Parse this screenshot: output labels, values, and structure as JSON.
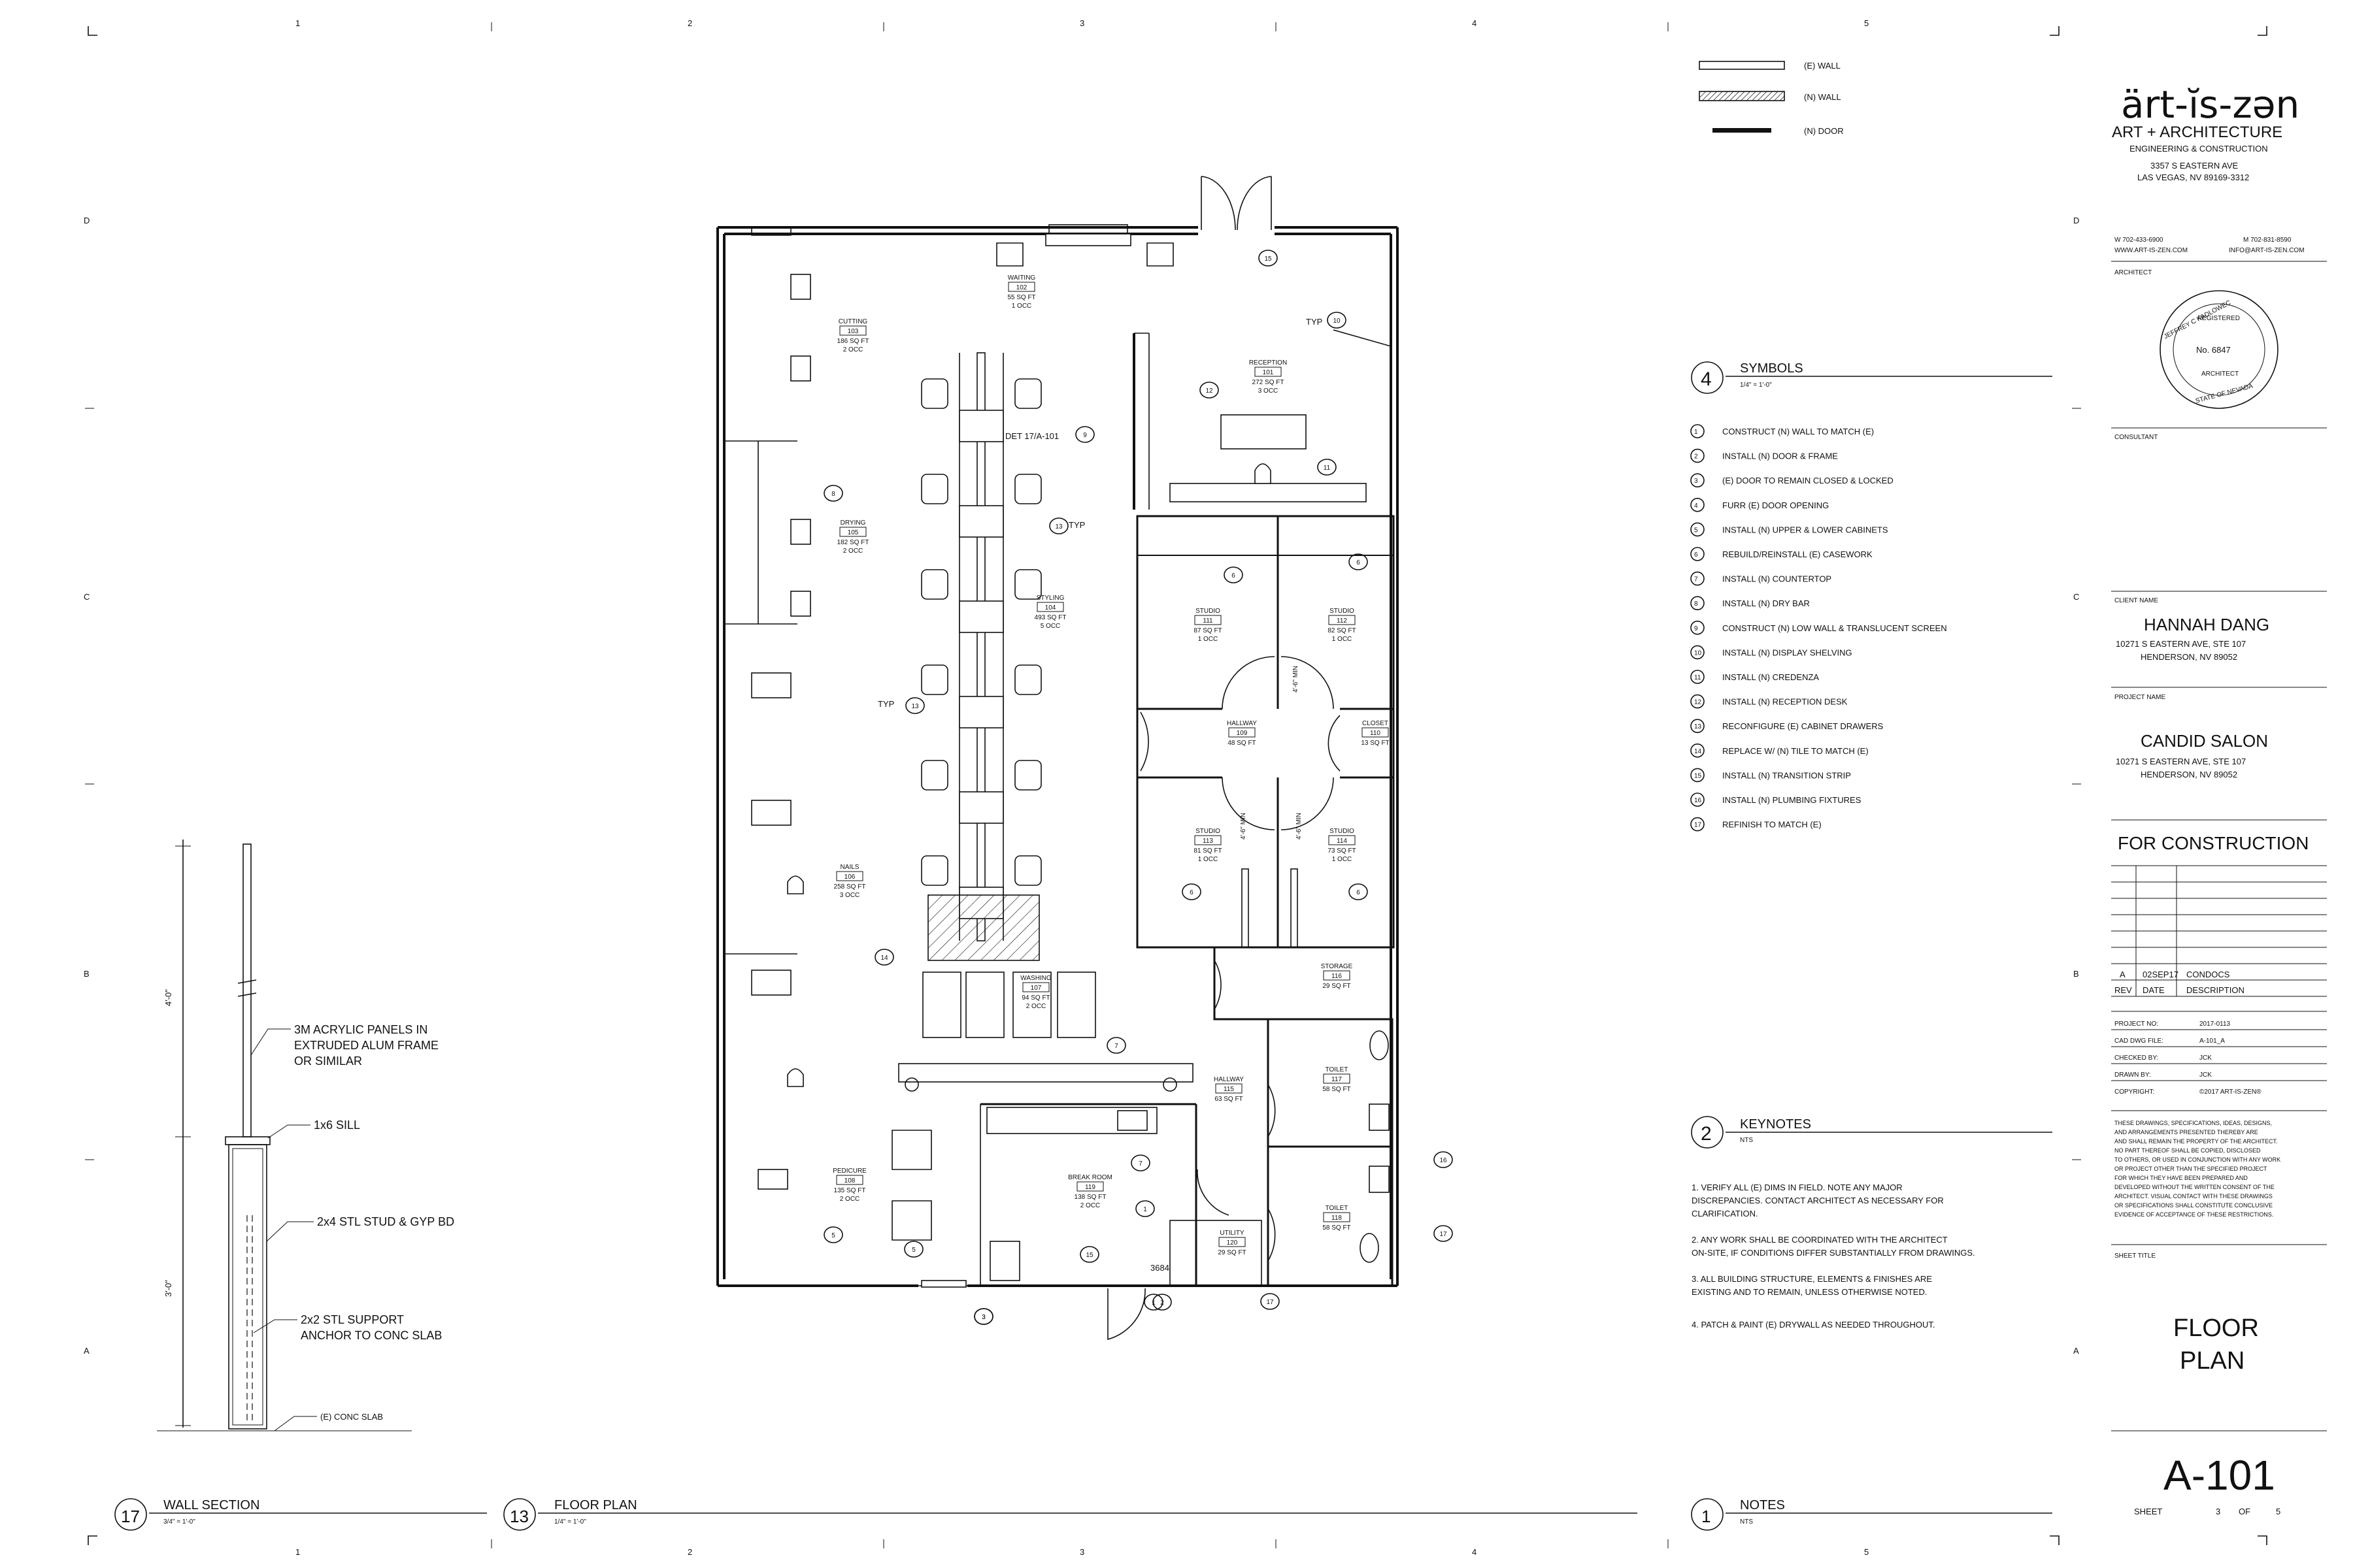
{
  "grid": {
    "columns": [
      "1",
      "2",
      "3",
      "4",
      "5"
    ],
    "rows": [
      "D",
      "C",
      "B",
      "A"
    ]
  },
  "legend": {
    "existing_wall": "(E) WALL",
    "new_wall": "(N) WALL",
    "new_door": "(N) DOOR"
  },
  "firm": {
    "logo": "ärt-ĭs-zən",
    "tagline": "ART + ARCHITECTURE",
    "services": "ENGINEERING & CONSTRUCTION",
    "address1": "3357 S EASTERN AVE",
    "address2": "LAS VEGAS, NV 89169-3312",
    "phone_w": "W 702-433-6900",
    "phone_m": "M 702-831-8590",
    "web": "WWW.ART-IS-ZEN.COM",
    "email": "INFO@ART-IS-ZEN.COM",
    "architect_label": "ARCHITECT",
    "stamp_name": "JEFFREY C KADLOWEC",
    "stamp_registered": "REGISTERED",
    "stamp_no": "No. 6847",
    "stamp_architect": "ARCHITECT",
    "stamp_state": "STATE OF NEVADA",
    "consultant_label": "CONSULTANT"
  },
  "client": {
    "label": "CLIENT NAME",
    "name": "HANNAH DANG",
    "addr1": "10271 S EASTERN AVE, STE 107",
    "addr2": "HENDERSON, NV 89052"
  },
  "project": {
    "label": "PROJECT NAME",
    "name": "CANDID SALON",
    "addr1": "10271 S EASTERN AVE, STE 107",
    "addr2": "HENDERSON, NV 89052"
  },
  "status": "FOR CONSTRUCTION",
  "revisions": {
    "row": {
      "rev": "A",
      "date": "02SEP17",
      "desc": "CONDOCS"
    },
    "headers": {
      "rev": "REV",
      "date": "DATE",
      "desc": "DESCRIPTION"
    }
  },
  "info": [
    {
      "k": "PROJECT NO:",
      "v": "2017-0113"
    },
    {
      "k": "CAD DWG FILE:",
      "v": "A-101_A"
    },
    {
      "k": "CHECKED BY:",
      "v": "JCK"
    },
    {
      "k": "DRAWN BY:",
      "v": "JCK"
    },
    {
      "k": "COPYRIGHT:",
      "v": "©2017 ART-IS-ZEN®"
    }
  ],
  "disclaimer": [
    "THESE DRAWINGS, SPECIFICATIONS, IDEAS, DESIGNS,",
    "AND ARRANGEMENTS PRESENTED THEREBY ARE",
    "AND SHALL REMAIN THE PROPERTY OF THE ARCHITECT.",
    "NO PART THEREOF SHALL BE COPIED, DISCLOSED",
    "TO OTHERS, OR USED IN CONJUNCTION WITH ANY WORK",
    "OR PROJECT OTHER THAN THE SPECIFIED PROJECT",
    "FOR WHICH THEY HAVE BEEN PREPARED AND",
    "DEVELOPED WITHOUT THE WRITTEN CONSENT OF THE",
    "ARCHITECT.  VISUAL CONTACT WITH THESE DRAWINGS",
    "OR SPECIFICATIONS SHALL CONSTITUTE CONCLUSIVE",
    "EVIDENCE OF ACCEPTANCE OF THESE RESTRICTIONS."
  ],
  "sheet_title_label": "SHEET TITLE",
  "sheet_title_1": "FLOOR",
  "sheet_title_2": "PLAN",
  "sheet_number": "A-101",
  "sheet_label": "SHEET",
  "sheet_of": "3",
  "sheet_of_label": "OF",
  "sheet_total": "5",
  "symbols": {
    "num": "4",
    "title": "SYMBOLS",
    "scale": "1/4\" = 1'-0\"",
    "items": [
      {
        "n": "1",
        "t": "CONSTRUCT (N) WALL TO MATCH (E)"
      },
      {
        "n": "2",
        "t": "INSTALL (N) DOOR & FRAME"
      },
      {
        "n": "3",
        "t": "(E) DOOR TO REMAIN CLOSED & LOCKED"
      },
      {
        "n": "4",
        "t": "FURR (E) DOOR OPENING"
      },
      {
        "n": "5",
        "t": "INSTALL (N) UPPER & LOWER CABINETS"
      },
      {
        "n": "6",
        "t": "REBUILD/REINSTALL (E) CASEWORK"
      },
      {
        "n": "7",
        "t": "INSTALL (N) COUNTERTOP"
      },
      {
        "n": "8",
        "t": "INSTALL (N) DRY BAR"
      },
      {
        "n": "9",
        "t": "CONSTRUCT (N) LOW WALL & TRANSLUCENT SCREEN"
      },
      {
        "n": "10",
        "t": "INSTALL (N) DISPLAY SHELVING"
      },
      {
        "n": "11",
        "t": "INSTALL (N) CREDENZA"
      },
      {
        "n": "12",
        "t": "INSTALL (N) RECEPTION DESK"
      },
      {
        "n": "13",
        "t": "RECONFIGURE (E) CABINET DRAWERS"
      },
      {
        "n": "14",
        "t": "REPLACE W/ (N) TILE TO MATCH (E)"
      },
      {
        "n": "15",
        "t": "INSTALL (N) TRANSITION STRIP"
      },
      {
        "n": "16",
        "t": "INSTALL (N) PLUMBING FIXTURES"
      },
      {
        "n": "17",
        "t": "REFINISH TO MATCH (E)"
      }
    ]
  },
  "keynotes": {
    "num": "2",
    "title": "KEYNOTES",
    "scale": "NTS",
    "lines": [
      "1.      VERIFY ALL (E) DIMS IN FIELD.  NOTE ANY MAJOR",
      "DISCREPANCIES. CONTACT ARCHITECT AS NECESSARY FOR",
      "CLARIFICATION.",
      "2.      ANY WORK SHALL BE COORDINATED WITH THE ARCHITECT",
      "ON-SITE, IF CONDITIONS DIFFER SUBSTANTIALLY FROM DRAWINGS.",
      "3.      ALL BUILDING STRUCTURE, ELEMENTS & FINISHES ARE",
      "EXISTING AND TO REMAIN, UNLESS OTHERWISE NOTED.",
      "4.      PATCH & PAINT (E) DRYWALL AS NEEDED THROUGHOUT."
    ]
  },
  "titles": {
    "wall_section": {
      "num": "17",
      "title": "WALL SECTION",
      "scale": "3/4\" = 1'-0\""
    },
    "floor_plan": {
      "num": "13",
      "title": "FLOOR PLAN",
      "scale": "1/4\" = 1'-0\""
    },
    "notes": {
      "num": "1",
      "title": "NOTES",
      "scale": "NTS"
    }
  },
  "wall_section": {
    "dim_upper": "4'-0\"",
    "dim_lower": "3'-0\"",
    "note1a": "3M ACRYLIC PANELS IN",
    "note1b": "EXTRUDED ALUM FRAME",
    "note1c": "OR SIMILAR",
    "note2": "1x6 SILL",
    "note3": "2x4 STL STUD & GYP BD",
    "note4a": "2x2 STL SUPPORT",
    "note4b": "ANCHOR TO CONC SLAB",
    "note5": "(E) CONC SLAB"
  },
  "rooms": [
    {
      "name": "WAITING",
      "num": "102",
      "area": "55 SQ FT",
      "occ": "1 OCC"
    },
    {
      "name": "RECEPTION",
      "num": "101",
      "area": "272 SQ FT",
      "occ": "3 OCC"
    },
    {
      "name": "CUTTING",
      "num": "103",
      "area": "186 SQ FT",
      "occ": "2 OCC"
    },
    {
      "name": "DRYING",
      "num": "105",
      "area": "182 SQ FT",
      "occ": "2 OCC"
    },
    {
      "name": "STYLING",
      "num": "104",
      "area": "493 SQ FT",
      "occ": "5 OCC"
    },
    {
      "name": "STUDIO",
      "num": "111",
      "area": "87 SQ FT",
      "occ": "1 OCC"
    },
    {
      "name": "STUDIO",
      "num": "112",
      "area": "82 SQ FT",
      "occ": "1 OCC"
    },
    {
      "name": "HALLWAY",
      "num": "109",
      "area": "48 SQ FT",
      "occ": ""
    },
    {
      "name": "CLOSET",
      "num": "110",
      "area": "13 SQ FT",
      "occ": ""
    },
    {
      "name": "STUDIO",
      "num": "113",
      "area": "81 SQ FT",
      "occ": "1 OCC"
    },
    {
      "name": "STUDIO",
      "num": "114",
      "area": "73 SQ FT",
      "occ": "1 OCC"
    },
    {
      "name": "NAILS",
      "num": "106",
      "area": "258 SQ FT",
      "occ": "3 OCC"
    },
    {
      "name": "STORAGE",
      "num": "116",
      "area": "29 SQ FT",
      "occ": ""
    },
    {
      "name": "WASHING",
      "num": "107",
      "area": "94 SQ FT",
      "occ": "2 OCC"
    },
    {
      "name": "HALLWAY",
      "num": "115",
      "area": "63 SQ FT",
      "occ": ""
    },
    {
      "name": "TOILET",
      "num": "117",
      "area": "58 SQ FT",
      "occ": ""
    },
    {
      "name": "TOILET",
      "num": "118",
      "area": "58 SQ FT",
      "occ": ""
    },
    {
      "name": "PEDICURE",
      "num": "108",
      "area": "135 SQ FT",
      "occ": "2 OCC"
    },
    {
      "name": "BREAK ROOM",
      "num": "119",
      "area": "138 SQ FT",
      "occ": "2 OCC"
    },
    {
      "name": "UTILITY",
      "num": "120",
      "area": "29 SQ FT",
      "occ": ""
    }
  ],
  "plan_notes": {
    "typ": "TYP",
    "det": "DET 17/A-101",
    "min": "4'-6\" MIN",
    "door_tag": "3684"
  },
  "tags": [
    "15",
    "10",
    "12",
    "11",
    "9",
    "8",
    "13",
    "13",
    "14",
    "6",
    "6",
    "6",
    "6",
    "7",
    "1",
    "1",
    "7",
    "5",
    "5",
    "15",
    "2",
    "3",
    "17",
    "16",
    "17",
    "3"
  ]
}
